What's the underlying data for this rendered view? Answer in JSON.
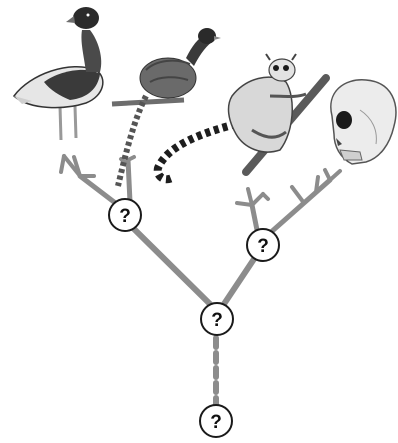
{
  "diagram": {
    "unknown_node_symbol": "?",
    "nodes": [
      {
        "name": "node-ancestor-birds"
      },
      {
        "name": "node-ancestor-mammals"
      },
      {
        "name": "node-common-ancestor"
      },
      {
        "name": "node-root-ancestor"
      }
    ],
    "taxa_illustrated": [
      {
        "name": "duck-illustration",
        "icon": "duck-icon"
      },
      {
        "name": "pheasant-illustration",
        "icon": "pheasant-icon"
      },
      {
        "name": "lemur-illustration",
        "icon": "lemur-icon"
      },
      {
        "name": "human-skull-illustration",
        "icon": "skull-icon"
      }
    ],
    "colors": {
      "branch": "#8c8c8c",
      "node_fill": "#ffffff",
      "node_stroke": "#1a1a1a"
    }
  }
}
